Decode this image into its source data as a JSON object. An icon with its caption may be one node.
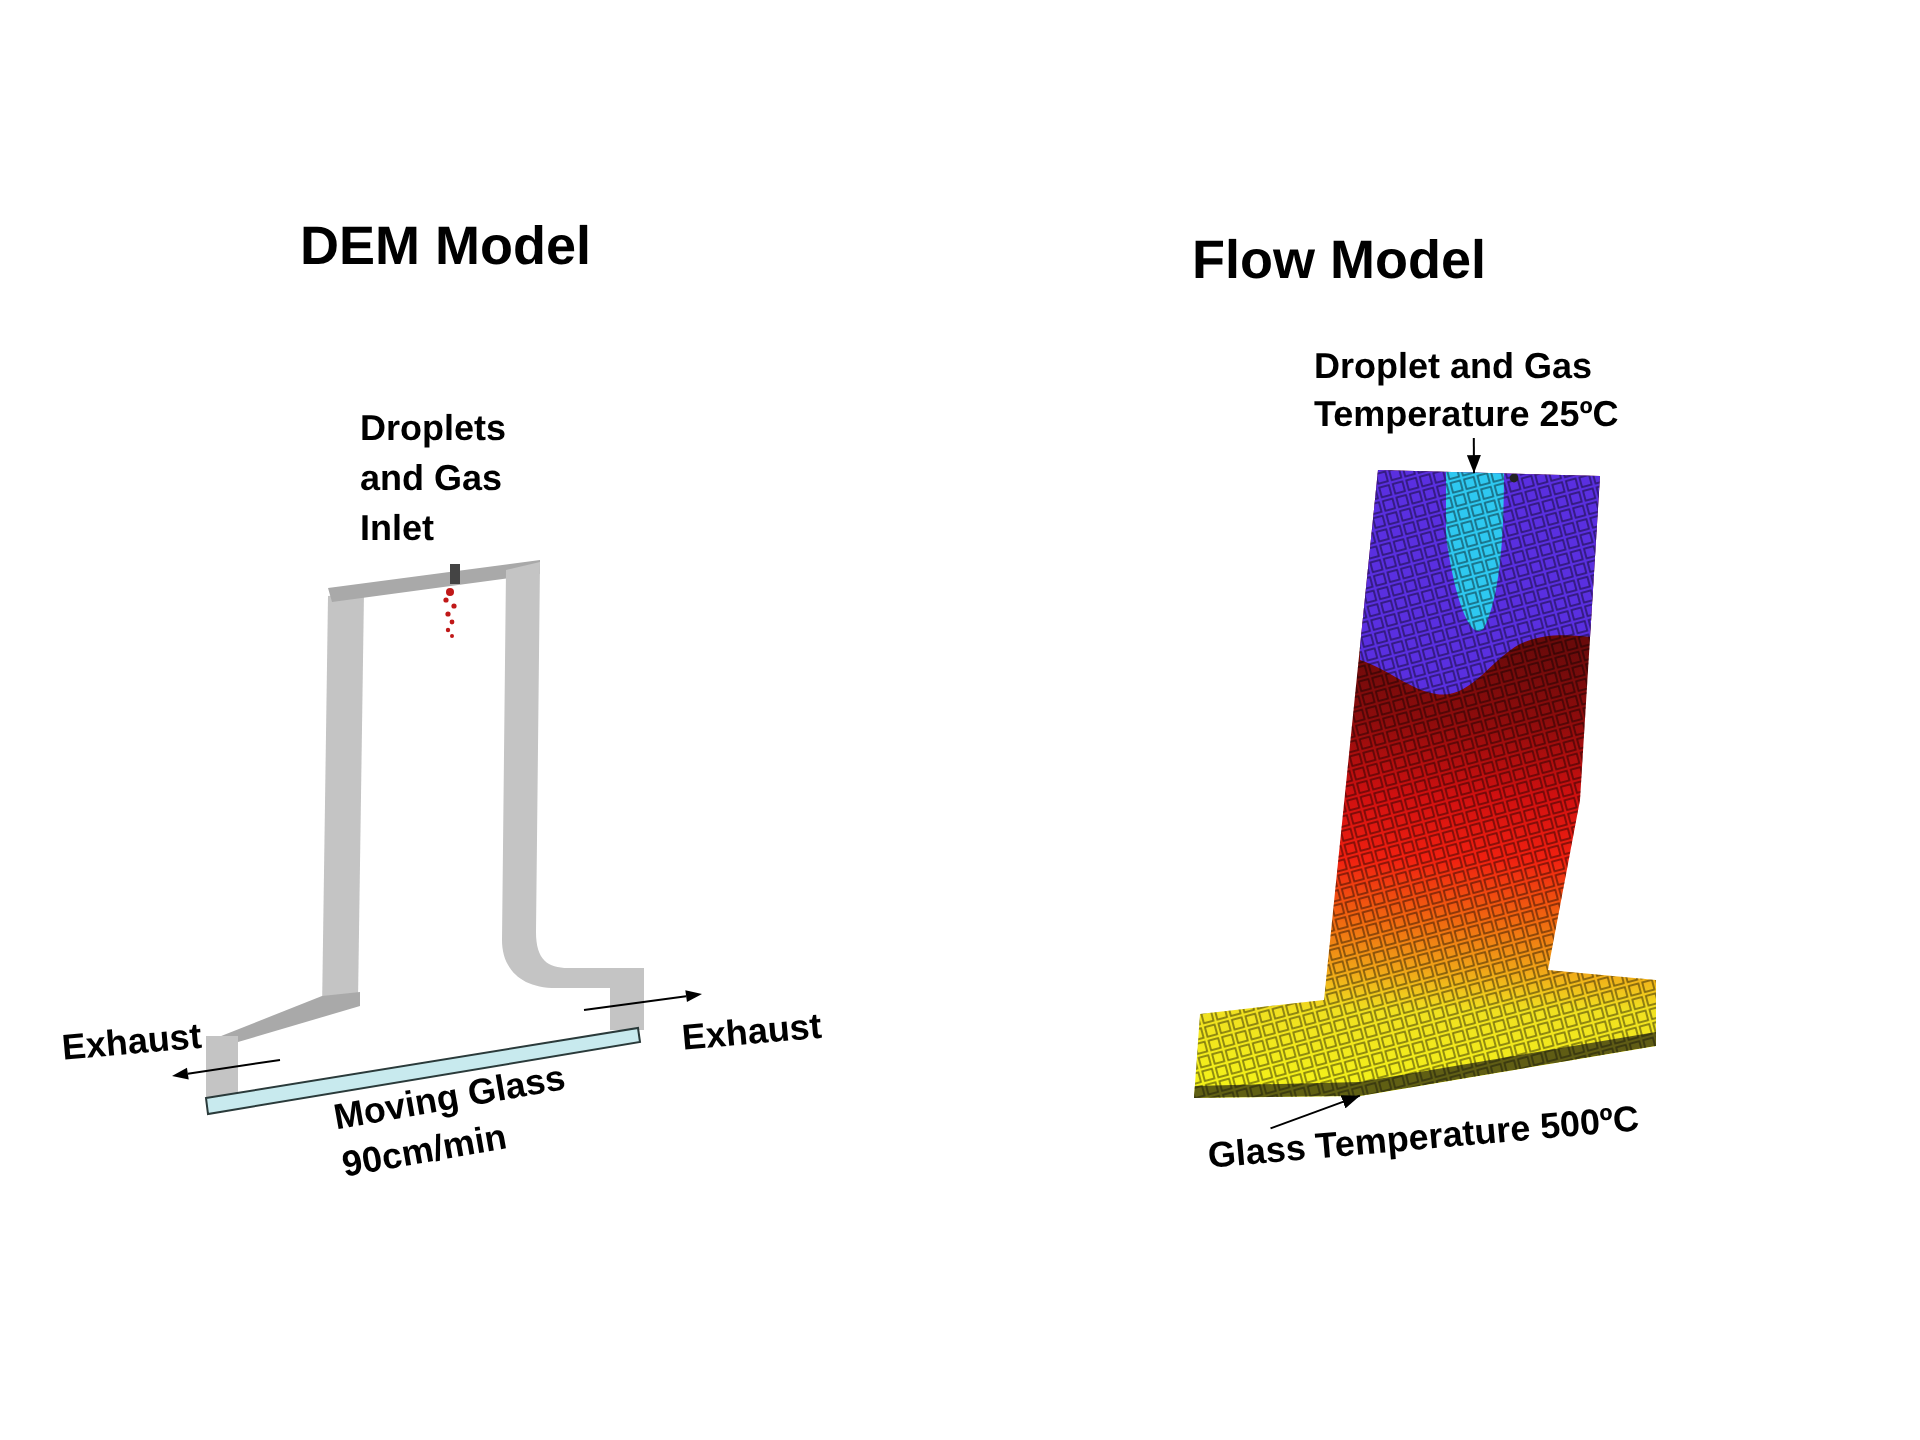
{
  "diagram": {
    "nodes": [
      {
        "text": [
          "Droplet and Gas Temperature 25ºC"
        ]
      },
      {
        "text": [],
        "shape": "picture"
      },
      {
        "text": [
          "Glass Temperature 500ºC"
        ]
      }
    ],
    "edges": [
      {
        "from": 0,
        "to": 1,
        "arrow": "to"
      },
      {
        "from": 2,
        "to": 1,
        "arrow": "to"
      }
    ],
    "labels": [
      "DEM Model",
      "Flow Model",
      "Droplets and Gas Inlet",
      "Exhaust",
      "Exhaust",
      "Moving Glass 90cm/min"
    ]
  }
}
